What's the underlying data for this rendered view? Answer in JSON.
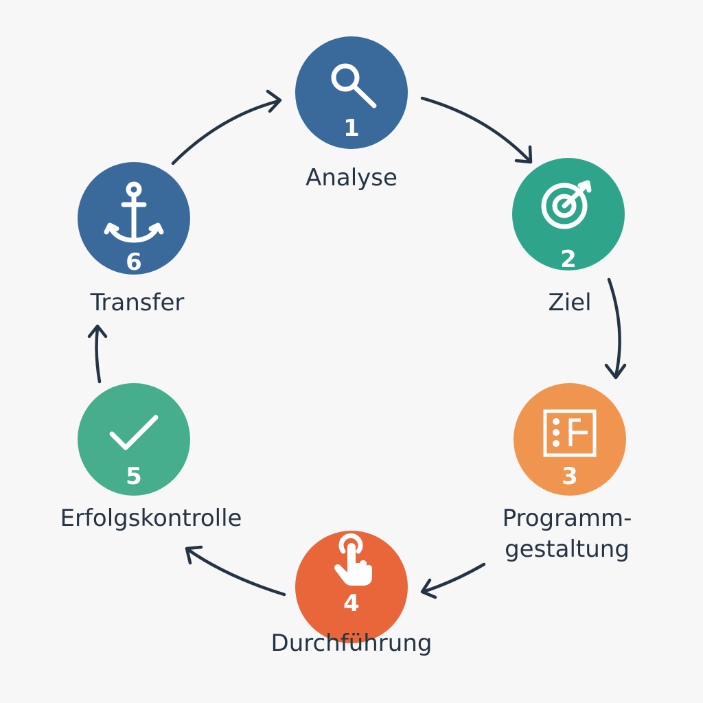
{
  "title": "Process cycle",
  "steps": [
    {
      "number": "1",
      "label": "Analyse",
      "icon": "magnifier-icon",
      "color": "#3a6a9b"
    },
    {
      "number": "2",
      "label": "Ziel",
      "icon": "target-icon",
      "color": "#2ea58a"
    },
    {
      "number": "3",
      "label_line1": "Programm-",
      "label_line2": "gestaltung",
      "icon": "program-layout-icon",
      "color": "#ef9550"
    },
    {
      "number": "4",
      "label": "Durchführung",
      "icon": "tap-hand-icon",
      "color": "#e8663a"
    },
    {
      "number": "5",
      "label": "Erfolgskontrolle",
      "icon": "checkmark-icon",
      "color": "#46ad8d"
    },
    {
      "number": "6",
      "label": "Transfer",
      "icon": "anchor-icon",
      "color": "#3a6a9b"
    }
  ]
}
